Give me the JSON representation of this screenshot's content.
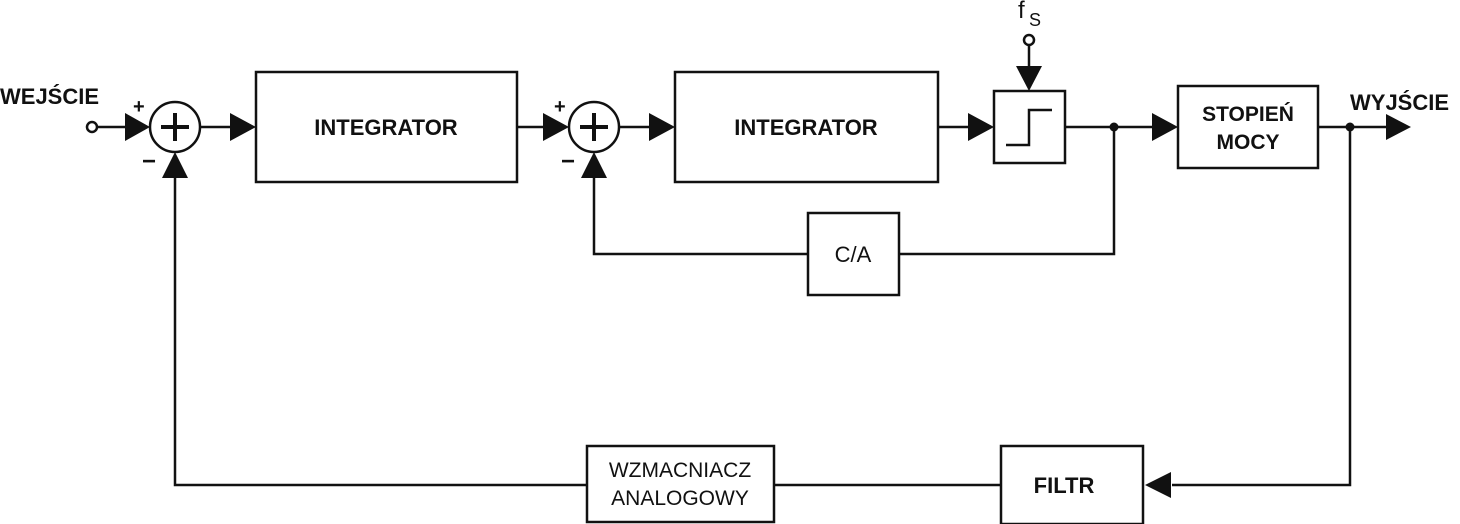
{
  "diagram": {
    "input_label": "WEJŚCIE",
    "output_label": "WYJŚCIE",
    "sampling_label": "f",
    "sampling_sub": "S",
    "blocks": {
      "integrator_1": "INTEGRATOR",
      "integrator_2": "INTEGRATOR",
      "power_stage_line1": "STOPIEŃ",
      "power_stage_line2": "MOCY",
      "dac": "C/A",
      "analog_amp_line1": "WZMACNIACZ",
      "analog_amp_line2": "ANALOGOWY",
      "filter": "FILTR"
    },
    "signs": {
      "sum1_plus": "+",
      "sum1_minus": "−",
      "sum2_plus": "+",
      "sum2_minus": "−"
    }
  }
}
